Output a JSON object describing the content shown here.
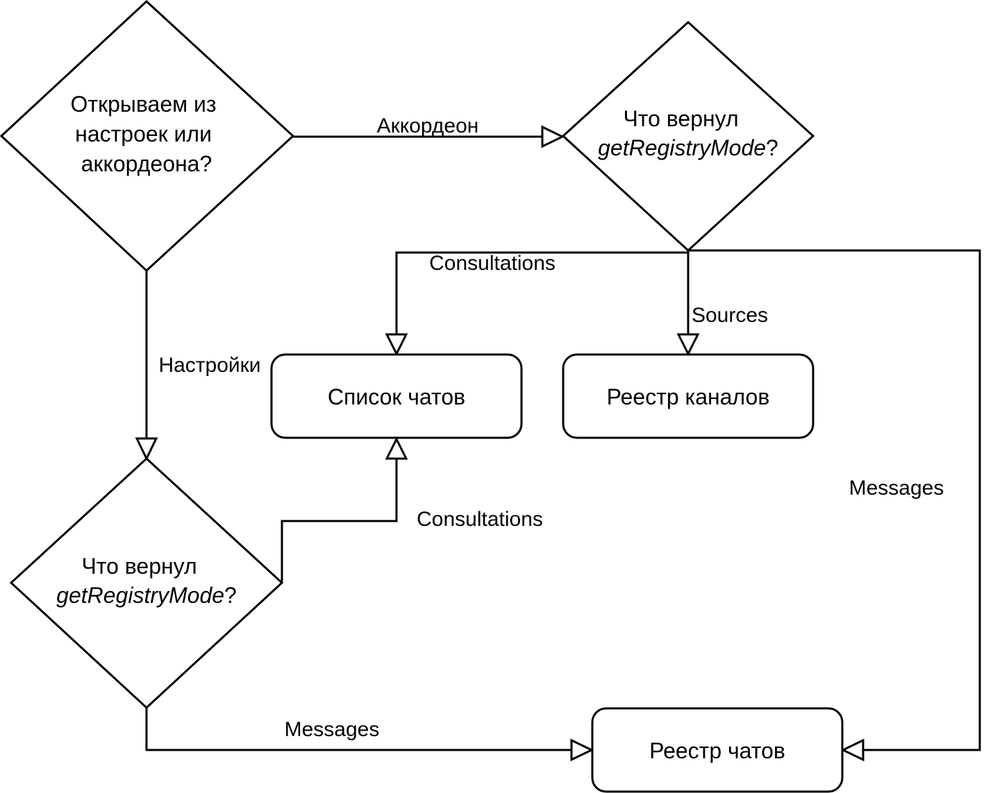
{
  "nodes": {
    "decision_open": {
      "lines": [
        "Открываем из",
        "настроек или",
        "аккордеона?"
      ]
    },
    "decision_mode_top": {
      "line1": "Что вернул",
      "line2_italic": "getRegistryMode",
      "line2_suffix": "?"
    },
    "decision_mode_bottom": {
      "line1": "Что вернул",
      "line2_italic": "getRegistryMode",
      "line2_suffix": "?"
    },
    "chat_list": "Список чатов",
    "channel_registry": "Реестр каналов",
    "chat_registry": "Реестр чатов"
  },
  "edges": {
    "accordion": "Аккордеон",
    "settings": "Настройки",
    "consultations_top": "Consultations",
    "sources": "Sources",
    "messages_right": "Messages",
    "consultations_bottom": "Consultations",
    "messages_bottom": "Messages"
  },
  "colors": {
    "stroke": "#000000",
    "fill": "#ffffff",
    "text": "#000000"
  }
}
